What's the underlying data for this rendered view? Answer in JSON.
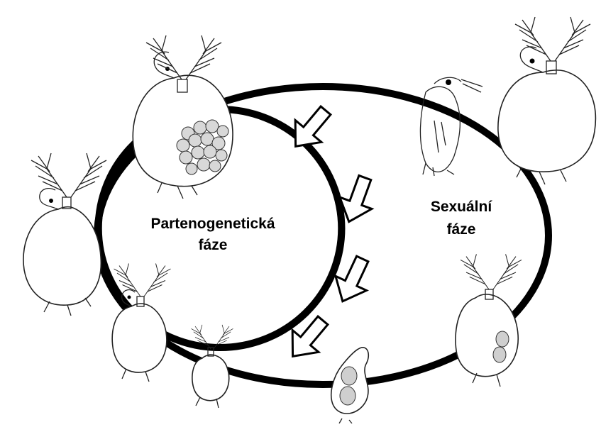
{
  "labels": {
    "parthenogenetic_line1": "Partenogenetická",
    "parthenogenetic_line2": "fáze",
    "sexual_line1": "Sexuální",
    "sexual_line2": "fáze"
  },
  "colors": {
    "cycle_line": "#000000",
    "arrow_fill": "#ffffff",
    "body_fill": "#ffffff",
    "egg_fill": "#d8d8d8",
    "antenna_tint": "#c8c45a"
  },
  "cycle_arrows_count": 4
}
